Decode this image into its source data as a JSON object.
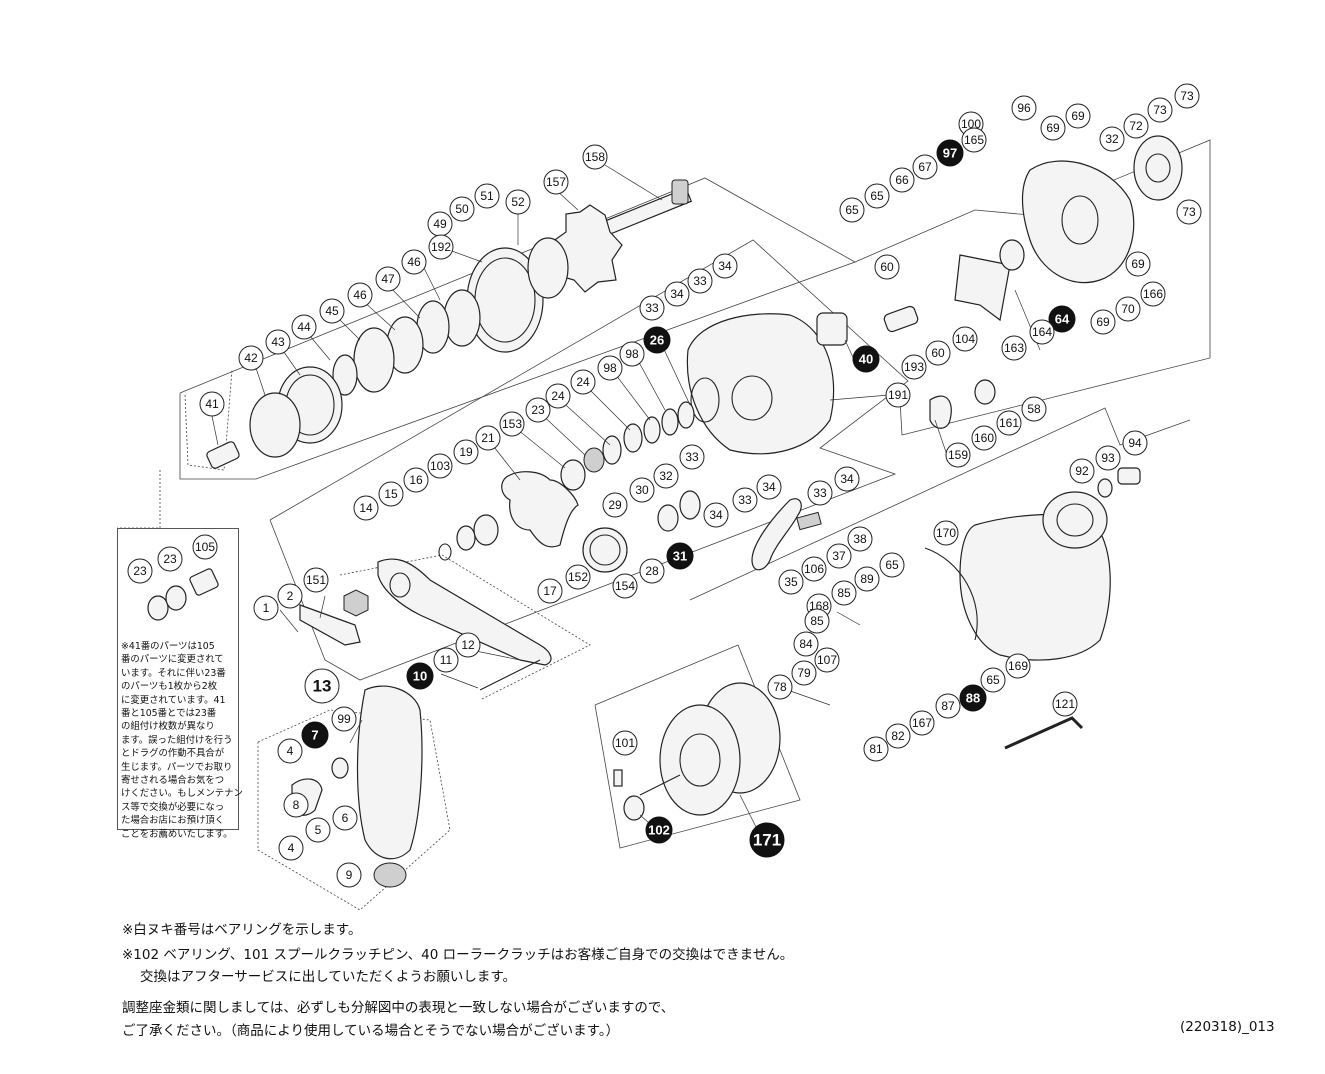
{
  "parts": [
    {
      "label": "158",
      "filled": false
    },
    {
      "label": "157",
      "filled": false
    },
    {
      "label": "51",
      "filled": false
    },
    {
      "label": "50",
      "filled": false
    },
    {
      "label": "52",
      "filled": false
    },
    {
      "label": "49",
      "filled": false
    },
    {
      "label": "192",
      "filled": false
    },
    {
      "label": "46",
      "filled": false
    },
    {
      "label": "47",
      "filled": false
    },
    {
      "label": "46",
      "filled": false
    },
    {
      "label": "45",
      "filled": false
    },
    {
      "label": "44",
      "filled": false
    },
    {
      "label": "43",
      "filled": false
    },
    {
      "label": "42",
      "filled": false
    },
    {
      "label": "41",
      "filled": false
    },
    {
      "label": "34",
      "filled": false
    },
    {
      "label": "33",
      "filled": false
    },
    {
      "label": "34",
      "filled": false
    },
    {
      "label": "33",
      "filled": false
    },
    {
      "label": "26",
      "filled": true
    },
    {
      "label": "98",
      "filled": false
    },
    {
      "label": "98",
      "filled": false
    },
    {
      "label": "24",
      "filled": false
    },
    {
      "label": "24",
      "filled": false
    },
    {
      "label": "23",
      "filled": false
    },
    {
      "label": "153",
      "filled": false
    },
    {
      "label": "21",
      "filled": false
    },
    {
      "label": "19",
      "filled": false
    },
    {
      "label": "103",
      "filled": false
    },
    {
      "label": "16",
      "filled": false
    },
    {
      "label": "15",
      "filled": false
    },
    {
      "label": "14",
      "filled": false
    },
    {
      "label": "17",
      "filled": false
    },
    {
      "label": "152",
      "filled": false
    },
    {
      "label": "40",
      "filled": true
    },
    {
      "label": "191",
      "filled": false
    },
    {
      "label": "33",
      "filled": false
    },
    {
      "label": "33",
      "filled": false
    },
    {
      "label": "34",
      "filled": false
    },
    {
      "label": "34",
      "filled": false
    },
    {
      "label": "33",
      "filled": false
    },
    {
      "label": "34",
      "filled": false
    },
    {
      "label": "32",
      "filled": false
    },
    {
      "label": "30",
      "filled": false
    },
    {
      "label": "29",
      "filled": false
    },
    {
      "label": "31",
      "filled": true
    },
    {
      "label": "28",
      "filled": false
    },
    {
      "label": "154",
      "filled": false
    },
    {
      "label": "38",
      "filled": false
    },
    {
      "label": "37",
      "filled": false
    },
    {
      "label": "106",
      "filled": false
    },
    {
      "label": "35",
      "filled": false
    },
    {
      "label": "96",
      "filled": false
    },
    {
      "label": "100",
      "filled": false
    },
    {
      "label": "165",
      "filled": false
    },
    {
      "label": "97",
      "filled": true
    },
    {
      "label": "67",
      "filled": false
    },
    {
      "label": "66",
      "filled": false
    },
    {
      "label": "65",
      "filled": false
    },
    {
      "label": "65",
      "filled": false
    },
    {
      "label": "69",
      "filled": false
    },
    {
      "label": "69",
      "filled": false
    },
    {
      "label": "32",
      "filled": false
    },
    {
      "label": "72",
      "filled": false
    },
    {
      "label": "73",
      "filled": false
    },
    {
      "label": "73",
      "filled": false
    },
    {
      "label": "73",
      "filled": false
    },
    {
      "label": "69",
      "filled": false
    },
    {
      "label": "166",
      "filled": false
    },
    {
      "label": "70",
      "filled": false
    },
    {
      "label": "69",
      "filled": false
    },
    {
      "label": "60",
      "filled": false
    },
    {
      "label": "64",
      "filled": true
    },
    {
      "label": "163",
      "filled": false
    },
    {
      "label": "164",
      "filled": false
    },
    {
      "label": "104",
      "filled": false
    },
    {
      "label": "60",
      "filled": false
    },
    {
      "label": "193",
      "filled": false
    },
    {
      "label": "58",
      "filled": false
    },
    {
      "label": "161",
      "filled": false
    },
    {
      "label": "160",
      "filled": false
    },
    {
      "label": "159",
      "filled": false
    },
    {
      "label": "94",
      "filled": false
    },
    {
      "label": "93",
      "filled": false
    },
    {
      "label": "92",
      "filled": false
    },
    {
      "label": "170",
      "filled": false
    },
    {
      "label": "65",
      "filled": false
    },
    {
      "label": "89",
      "filled": false
    },
    {
      "label": "85",
      "filled": false
    },
    {
      "label": "168",
      "filled": false
    },
    {
      "label": "85",
      "filled": false
    },
    {
      "label": "84",
      "filled": false
    },
    {
      "label": "107",
      "filled": false
    },
    {
      "label": "79",
      "filled": false
    },
    {
      "label": "78",
      "filled": false
    },
    {
      "label": "81",
      "filled": false
    },
    {
      "label": "82",
      "filled": false
    },
    {
      "label": "167",
      "filled": false
    },
    {
      "label": "87",
      "filled": false
    },
    {
      "label": "88",
      "filled": true
    },
    {
      "label": "65",
      "filled": false
    },
    {
      "label": "169",
      "filled": false
    },
    {
      "label": "121",
      "filled": false
    },
    {
      "label": "101",
      "filled": false
    },
    {
      "label": "102",
      "filled": true
    },
    {
      "label": "171",
      "filled": true
    },
    {
      "label": "151",
      "filled": false
    },
    {
      "label": "2",
      "filled": false
    },
    {
      "label": "1",
      "filled": false
    },
    {
      "label": "12",
      "filled": false
    },
    {
      "label": "11",
      "filled": false
    },
    {
      "label": "10",
      "filled": true
    },
    {
      "label": "13",
      "filled": false
    },
    {
      "label": "99",
      "filled": false
    },
    {
      "label": "7",
      "filled": true
    },
    {
      "label": "4",
      "filled": false
    },
    {
      "label": "8",
      "filled": false
    },
    {
      "label": "5",
      "filled": false
    },
    {
      "label": "6",
      "filled": false
    },
    {
      "label": "4",
      "filled": false
    },
    {
      "label": "9",
      "filled": false
    },
    {
      "label": "23",
      "filled": false
    },
    {
      "label": "23",
      "filled": false
    },
    {
      "label": "105",
      "filled": false
    }
  ],
  "note_lines": [
    "※41番のパーツは105",
    "番のパーツに変更されて",
    "います。それに伴い23番",
    "のパーツも1枚から2枚",
    "に変更されています。41",
    "番と105番とでは23番",
    "の組付け枚数が異なり",
    "ます。誤った組付けを行う",
    "とドラグの作動不具合が",
    "生じます。パーツでお取り",
    "寄せされる場合お気をつ",
    "けください。もしメンテナン",
    "ス等で交換が必要になっ",
    "た場合お店にお預け頂く",
    "ことをお薦めいたします。"
  ],
  "footer": {
    "line1": "※白ヌキ番号はベアリングを示します。",
    "line2": "※102 ベアリング、101 スプールクラッチピン、40 ローラークラッチはお客様ご自身での交換はできません。",
    "line3": "交換はアフターサービスに出していただくようお願いします。",
    "line4": "調整座金類に関しましては、必ずしも分解図中の表現と一致しない場合がございますので、",
    "line5": "ご了承ください。（商品により使用している場合とそうでない場合がございます。）",
    "doc_code": "(220318)_013"
  },
  "colors": {
    "ink": "#111111",
    "paper": "#ffffff",
    "bearing_fill": "#111111"
  }
}
